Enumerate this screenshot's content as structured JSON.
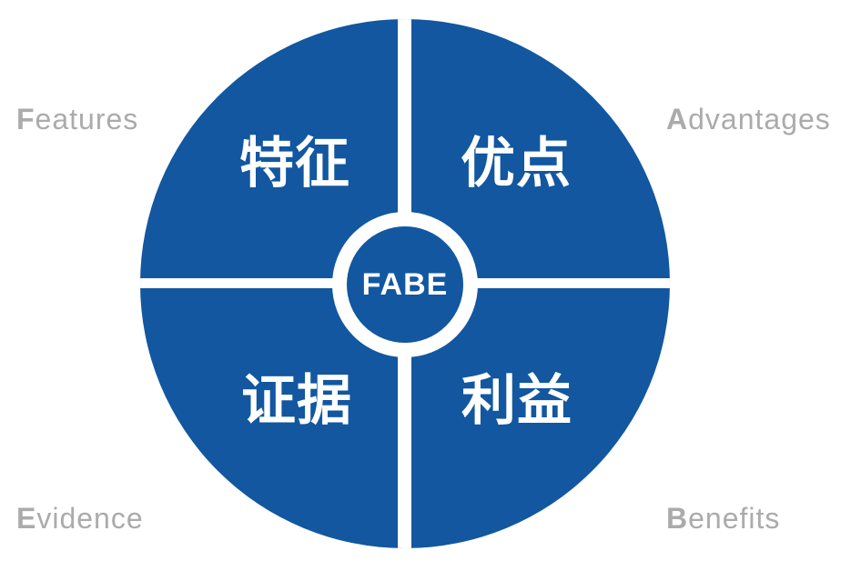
{
  "diagram": {
    "name": "FABE selling model quadrant diagram",
    "colors": {
      "primary_blue": "#1257A0",
      "divider_white": "#FFFFFF",
      "corner_label_gray": "#ABABAB",
      "quadrant_text_white": "#FFFFFF"
    },
    "center": {
      "label": "FABE"
    },
    "quadrants": [
      {
        "id": "features",
        "position": "top-left",
        "zh": "特征",
        "en_initial": "F",
        "en_rest": "eatures"
      },
      {
        "id": "advantages",
        "position": "top-right",
        "zh": "优点",
        "en_initial": "A",
        "en_rest": "dvantages"
      },
      {
        "id": "evidence",
        "position": "bottom-left",
        "zh": "证据",
        "en_initial": "E",
        "en_rest": "vidence"
      },
      {
        "id": "benefits",
        "position": "bottom-right",
        "zh": "利益",
        "en_initial": "B",
        "en_rest": "enefits"
      }
    ]
  }
}
